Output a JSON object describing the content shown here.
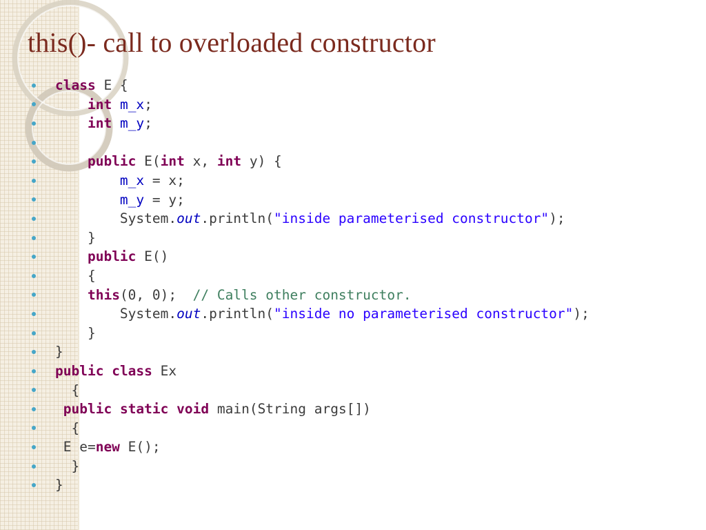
{
  "slide": {
    "title": "this()- call to overloaded constructor"
  },
  "colors": {
    "title": "#7b2a1e",
    "keyword": "#7f0055",
    "field": "#0000c0",
    "string": "#2a00ff",
    "comment": "#3f7f5f",
    "bullet": "#46a6c8"
  },
  "code_lines": [
    [
      [
        "kw",
        "class"
      ],
      [
        "pl",
        " E {"
      ]
    ],
    [
      [
        "pl",
        "    "
      ],
      [
        "kw",
        "int"
      ],
      [
        "pl",
        " "
      ],
      [
        "fld",
        "m_x"
      ],
      [
        "pl",
        ";"
      ]
    ],
    [
      [
        "pl",
        "    "
      ],
      [
        "kw",
        "int"
      ],
      [
        "pl",
        " "
      ],
      [
        "fld",
        "m_y"
      ],
      [
        "pl",
        ";"
      ]
    ],
    [],
    [
      [
        "pl",
        "    "
      ],
      [
        "kw",
        "public"
      ],
      [
        "pl",
        " E("
      ],
      [
        "kw",
        "int"
      ],
      [
        "pl",
        " x, "
      ],
      [
        "kw",
        "int"
      ],
      [
        "pl",
        " y) {"
      ]
    ],
    [
      [
        "pl",
        "        "
      ],
      [
        "fld",
        "m_x"
      ],
      [
        "pl",
        " = x;"
      ]
    ],
    [
      [
        "pl",
        "        "
      ],
      [
        "fld",
        "m_y"
      ],
      [
        "pl",
        " = y;"
      ]
    ],
    [
      [
        "pl",
        "        System."
      ],
      [
        "it",
        "out"
      ],
      [
        "pl",
        ".println("
      ],
      [
        "str",
        "\"inside parameterised constructor\""
      ],
      [
        "pl",
        ");"
      ]
    ],
    [
      [
        "pl",
        "    }"
      ]
    ],
    [
      [
        "pl",
        "    "
      ],
      [
        "kw",
        "public"
      ],
      [
        "pl",
        " E()"
      ]
    ],
    [
      [
        "pl",
        "    {"
      ]
    ],
    [
      [
        "pl",
        "    "
      ],
      [
        "kw",
        "this"
      ],
      [
        "pl",
        "(0, 0);  "
      ],
      [
        "cmt",
        "// Calls other constructor."
      ]
    ],
    [
      [
        "pl",
        "        System."
      ],
      [
        "it",
        "out"
      ],
      [
        "pl",
        ".println("
      ],
      [
        "str",
        "\"inside no parameterised constructor\""
      ],
      [
        "pl",
        ");"
      ]
    ],
    [
      [
        "pl",
        "    }"
      ]
    ],
    [
      [
        "pl",
        "}"
      ]
    ],
    [
      [
        "kw",
        "public"
      ],
      [
        "pl",
        " "
      ],
      [
        "kw",
        "class"
      ],
      [
        "pl",
        " Ex"
      ]
    ],
    [
      [
        "pl",
        "  {"
      ]
    ],
    [
      [
        "pl",
        " "
      ],
      [
        "kw",
        "public"
      ],
      [
        "pl",
        " "
      ],
      [
        "kw",
        "static"
      ],
      [
        "pl",
        " "
      ],
      [
        "kw",
        "void"
      ],
      [
        "pl",
        " main(String args[])"
      ]
    ],
    [
      [
        "pl",
        "  {"
      ]
    ],
    [
      [
        "pl",
        " E e="
      ],
      [
        "kw",
        "new"
      ],
      [
        "pl",
        " E();"
      ]
    ],
    [
      [
        "pl",
        "  }"
      ]
    ],
    [
      [
        "pl",
        "}"
      ]
    ]
  ]
}
